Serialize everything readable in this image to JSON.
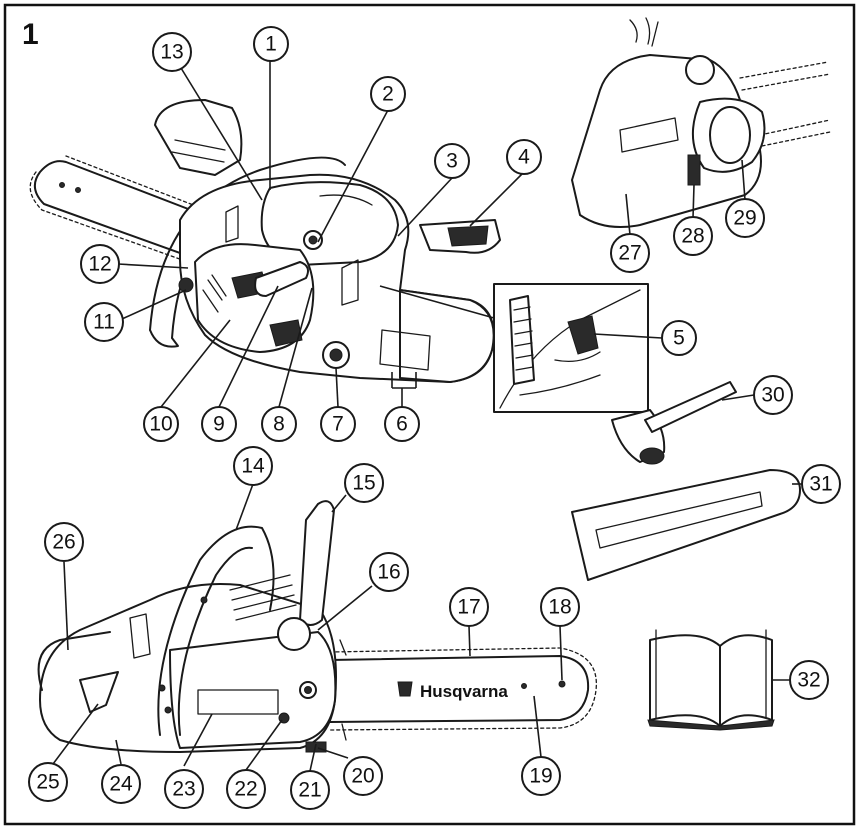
{
  "figure": {
    "number": "1",
    "brand_text": "Husqvarna"
  },
  "callouts": [
    {
      "id": "c1",
      "label": "1"
    },
    {
      "id": "c2",
      "label": "2"
    },
    {
      "id": "c3",
      "label": "3"
    },
    {
      "id": "c4",
      "label": "4"
    },
    {
      "id": "c5",
      "label": "5"
    },
    {
      "id": "c6",
      "label": "6"
    },
    {
      "id": "c7",
      "label": "7"
    },
    {
      "id": "c8",
      "label": "8"
    },
    {
      "id": "c9",
      "label": "9"
    },
    {
      "id": "c10",
      "label": "10"
    },
    {
      "id": "c11",
      "label": "11"
    },
    {
      "id": "c12",
      "label": "12"
    },
    {
      "id": "c13",
      "label": "13"
    },
    {
      "id": "c14",
      "label": "14"
    },
    {
      "id": "c15",
      "label": "15"
    },
    {
      "id": "c16",
      "label": "16"
    },
    {
      "id": "c17",
      "label": "17"
    },
    {
      "id": "c18",
      "label": "18"
    },
    {
      "id": "c19",
      "label": "19"
    },
    {
      "id": "c20",
      "label": "20"
    },
    {
      "id": "c21",
      "label": "21"
    },
    {
      "id": "c22",
      "label": "22"
    },
    {
      "id": "c23",
      "label": "23"
    },
    {
      "id": "c24",
      "label": "24"
    },
    {
      "id": "c25",
      "label": "25"
    },
    {
      "id": "c26",
      "label": "26"
    },
    {
      "id": "c27",
      "label": "27"
    },
    {
      "id": "c28",
      "label": "28"
    },
    {
      "id": "c29",
      "label": "29"
    },
    {
      "id": "c30",
      "label": "30"
    },
    {
      "id": "c31",
      "label": "31"
    },
    {
      "id": "c32",
      "label": "32"
    }
  ]
}
